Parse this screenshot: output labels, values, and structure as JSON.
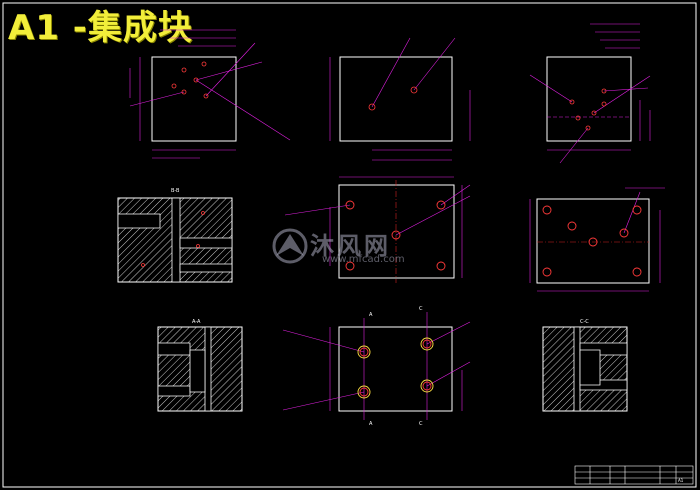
{
  "title": "A1 -集成块",
  "watermark": {
    "text": "沐风网",
    "url": "www.mfcad.com"
  },
  "section_labels": {
    "bb": "B-B",
    "aa": "A-A",
    "cc": "C-C"
  },
  "cut_marks": {
    "a": "A",
    "c": "C"
  },
  "colors": {
    "frame": "#ffffff",
    "dimension": "#e020e0",
    "leader": "#e020e0",
    "hole": "#ff3a3a",
    "center_line": "#d02020",
    "title": "#f2ee3a"
  },
  "title_block_label": "A1"
}
